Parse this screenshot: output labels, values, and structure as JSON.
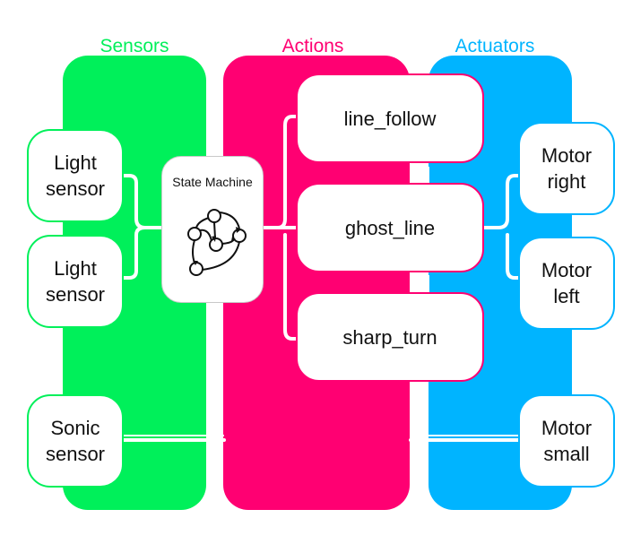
{
  "colors": {
    "sensors": "#00f05a",
    "actions": "#ff0072",
    "actuators": "#00b4ff"
  },
  "columns": {
    "sensors": {
      "title": "Sensors"
    },
    "actions": {
      "title": "Actions"
    },
    "actuators": {
      "title": "Actuators"
    }
  },
  "state_machine": {
    "title": "State Machine",
    "icon": "state-machine-icon"
  },
  "sensors": [
    {
      "label": "Light\nsensor"
    },
    {
      "label": "Light\nsensor"
    },
    {
      "label": "Sonic\nsensor"
    }
  ],
  "actions": [
    {
      "label": "line_follow"
    },
    {
      "label": "ghost_line"
    },
    {
      "label": "sharp_turn"
    }
  ],
  "actuators": [
    {
      "label": "Motor\nright"
    },
    {
      "label": "Motor\nleft"
    },
    {
      "label": "Motor\nsmall"
    }
  ]
}
